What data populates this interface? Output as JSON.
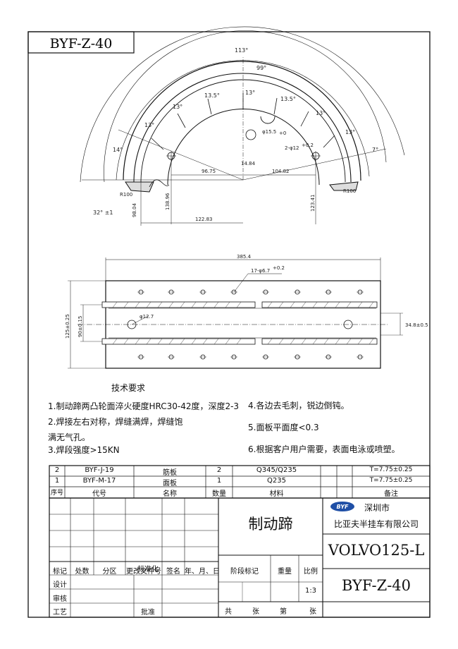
{
  "title_code": "BYF-Z-40",
  "drawing": {
    "angles": [
      "113°",
      "99°",
      "13.5°",
      "13°",
      "13.5°",
      "13°",
      "13°",
      "13°",
      "13°",
      "14°",
      "7°",
      "32° ±1"
    ],
    "dims_top": [
      "96.75",
      "14.84",
      "104.82",
      "R100",
      "R100",
      "98.04",
      "138.96",
      "122.83",
      "123.41",
      "φ15.5",
      "2-φ12"
    ],
    "hole_tol_1": "+0",
    "hole_tol_2": "+0.2",
    "dims_bottom": [
      "385.4",
      "17-φ6.7",
      "φ12.7",
      "125±0.25",
      "90±0.15",
      "34.8±0.5"
    ],
    "rivet_tol": "+0.2"
  },
  "tech_title": "技术要求",
  "tech_notes_left": [
    "1.制动蹄两凸轮面淬火硬度HRC30-42度，深度2-3",
    "2.焊接左右对称，焊缝满焊，焊缝饱",
    "满无气孔。",
    "3.焊段强度>15KN"
  ],
  "tech_notes_right": [
    "4.各边去毛刺，锐边倒钝。",
    "5.面板平面度<0.3",
    "6.根据客户用户需要，表面电泳或喷塑。"
  ],
  "bom": {
    "rows": [
      {
        "seq": "2",
        "code": "BYF-J-19",
        "name": "筋板",
        "qty": "2",
        "material": "Q345/Q235",
        "note": "T=7.75±0.25"
      },
      {
        "seq": "1",
        "code": "BYF-M-17",
        "name": "面板",
        "qty": "1",
        "material": "Q235",
        "note": "T=7.75±0.25"
      }
    ],
    "headers": [
      "序号",
      "代号",
      "名称",
      "数量",
      "材料",
      "备注"
    ]
  },
  "title_block": {
    "part_name": "制动蹄",
    "company_city": "深圳市",
    "company_name": "比亚夫半挂车有限公司",
    "logo_text": "BYF",
    "part_number": "VOLVO125-L",
    "drawing_no": "BYF-Z-40",
    "sign_headers": [
      "标记",
      "处数",
      "分区",
      "更改文件号",
      "签名",
      "年、月、日"
    ],
    "design": "设计",
    "standard": "标准化",
    "review": "审核",
    "process": "工艺",
    "approve": "批准",
    "stage": "阶段标记",
    "weight": "重量",
    "ratio": "比例",
    "scale": "1:3",
    "total": "共",
    "sheet_unit": "张",
    "sheet_no": "第",
    "sheet_unit2": "张"
  }
}
